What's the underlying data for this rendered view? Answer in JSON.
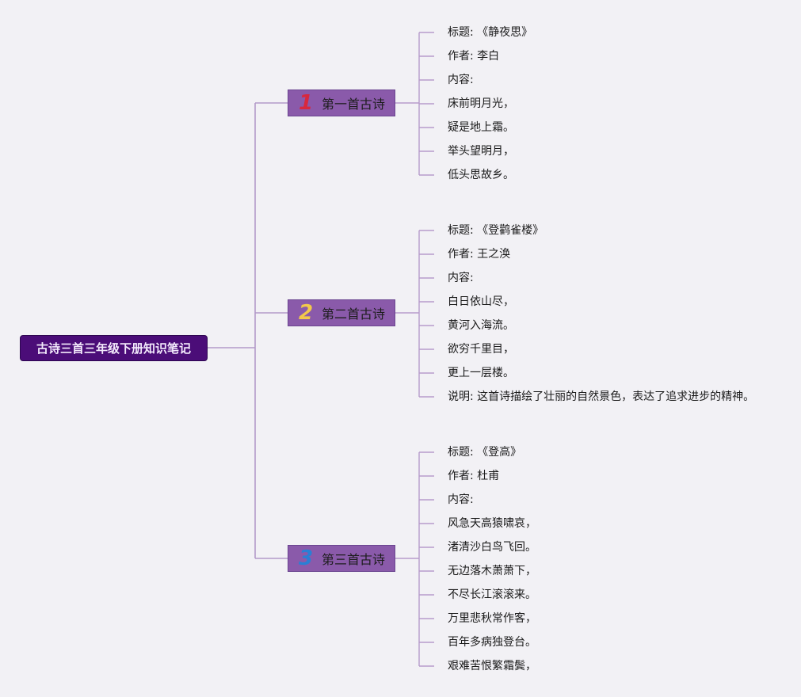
{
  "mindmap": {
    "root": {
      "label": "古诗三首三年级下册知识笔记"
    },
    "colors": {
      "root_bg": "#4b0d78",
      "branch_bg": "#8a5aaa",
      "connector": "#b79ccb",
      "trunk": "#b39bc9"
    },
    "branches": [
      {
        "number": "1",
        "number_color": "#d8283e",
        "label": "第一首古诗",
        "items": [
          "标题: 《静夜思》",
          "作者: 李白",
          "内容:",
          "床前明月光，",
          "疑是地上霜。",
          "举头望明月，",
          "低头思故乡。"
        ]
      },
      {
        "number": "2",
        "number_color": "#f2c84a",
        "label": "第二首古诗",
        "items": [
          "标题: 《登鹳雀楼》",
          "作者: 王之涣",
          "内容:",
          "白日依山尽，",
          "黄河入海流。",
          "欲穷千里目，",
          "更上一层楼。",
          "说明: 这首诗描绘了壮丽的自然景色，表达了追求进步的精神。"
        ]
      },
      {
        "number": "3",
        "number_color": "#2a7fd4",
        "label": "第三首古诗",
        "items": [
          "标题: 《登高》",
          "作者: 杜甫",
          "内容:",
          "风急天高猿啸哀，",
          "渚清沙白鸟飞回。",
          "无边落木萧萧下，",
          "不尽长江滚滚来。",
          "万里悲秋常作客，",
          "百年多病独登台。",
          "艰难苦恨繁霜鬓，"
        ]
      }
    ]
  }
}
